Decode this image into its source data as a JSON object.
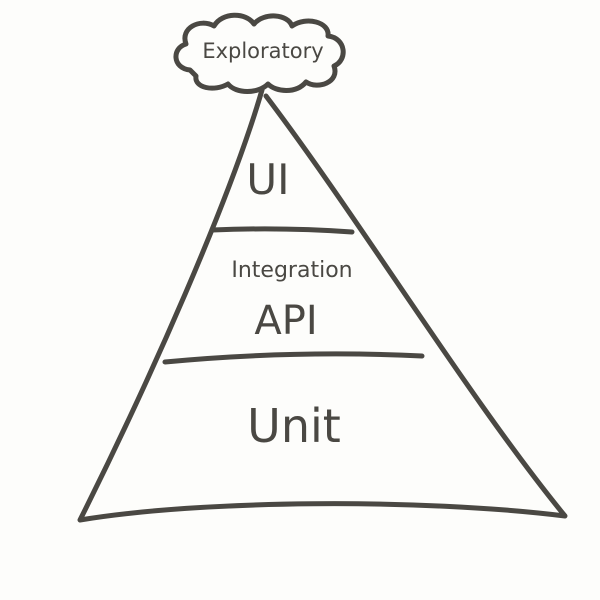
{
  "diagram": {
    "title": "Test Pyramid",
    "cloud_label": "Exploratory",
    "layers": [
      {
        "label": "UI"
      },
      {
        "label": "Integration"
      },
      {
        "label": "API"
      },
      {
        "label": "Unit"
      }
    ],
    "colors": {
      "stroke": "#4a4843",
      "background": "#fdfdfb"
    }
  }
}
